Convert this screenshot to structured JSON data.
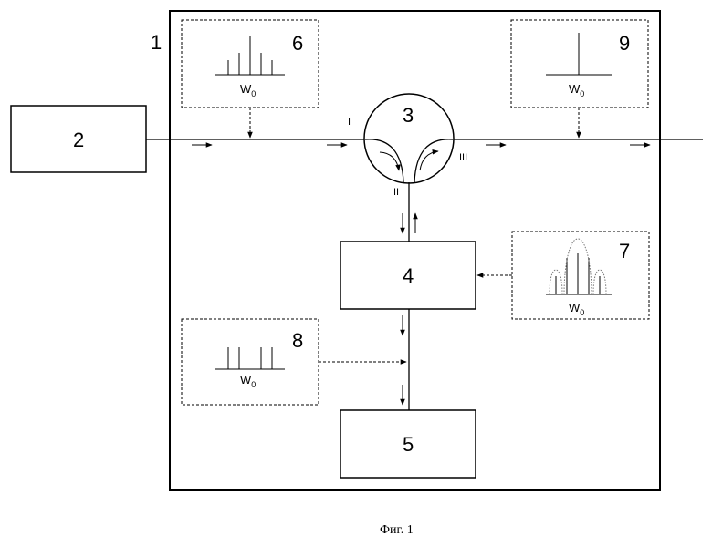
{
  "labels": {
    "device": "1",
    "source": "2",
    "circulator": "3",
    "block4": "4",
    "block5": "5",
    "spectrum6": "6",
    "spectrum7": "7",
    "spectrum8": "8",
    "spectrum9": "9"
  },
  "ports": {
    "p1": "I",
    "p2": "II",
    "p3": "III"
  },
  "freq": {
    "symbol": "W",
    "sub": "0"
  },
  "caption": "Фиг. 1"
}
